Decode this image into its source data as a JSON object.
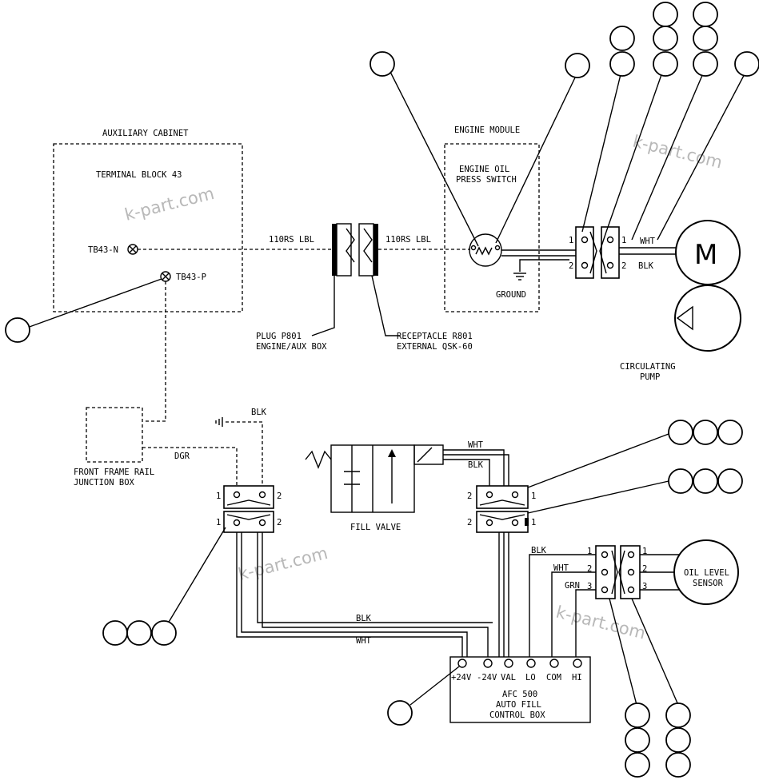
{
  "labels": {
    "aux_cabinet": "AUXILIARY CABINET",
    "terminal_block": "TERMINAL BLOCK 43",
    "tb43_n": "TB43-N",
    "tb43_p": "TB43-P",
    "wire_110rs_left": "110RS LBL",
    "wire_110rs_right": "110RS LBL",
    "plug_p801_1": "PLUG P801",
    "plug_p801_2": "ENGINE/AUX BOX",
    "receptacle_r801_1": "RECEPTACLE R801",
    "receptacle_r801_2": "EXTERNAL QSK-60",
    "engine_module": "ENGINE MODULE",
    "oil_switch_1": "ENGINE OIL",
    "oil_switch_2": "PRESS SWITCH",
    "ground": "GROUND",
    "pump_1": "CIRCULATING",
    "pump_2": "PUMP",
    "motor_m": "M",
    "front_frame_1": "FRONT FRAME RAIL",
    "front_frame_2": "JUNCTION BOX",
    "dgr": "DGR",
    "fill_valve": "FILL VALVE",
    "oil_level_1": "OIL LEVEL",
    "oil_level_2": "SENSOR",
    "afc_1": "AFC 500",
    "afc_2": "AUTO FILL",
    "afc_3": "CONTROL BOX",
    "watermark": "k-part.com"
  },
  "wires": {
    "blk": "BLK",
    "wht": "WHT",
    "grn": "GRN"
  },
  "pins": {
    "p1": "1",
    "p2": "2",
    "p3": "3"
  },
  "afc_terminals": [
    "+24V",
    "-24V",
    "VAL",
    "LO",
    "COM",
    "HI"
  ]
}
